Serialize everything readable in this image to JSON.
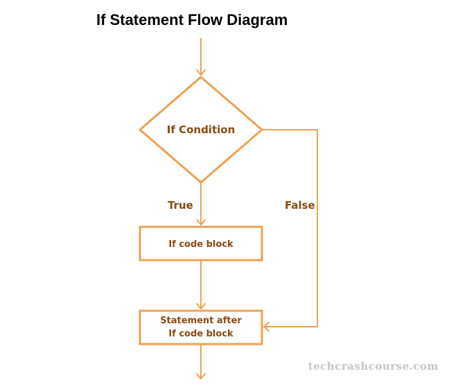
{
  "diagram": {
    "title": "If Statement Flow Diagram",
    "nodes": {
      "condition": {
        "label": "If Condition"
      },
      "if_block": {
        "label": "If code block"
      },
      "after_block": {
        "line1": "Statement after",
        "line2": "If code block"
      }
    },
    "edges": {
      "true_label": "True",
      "false_label": "False"
    },
    "watermark": "techcrashcourse.com",
    "colors": {
      "stroke": "#f0a050",
      "label": "#8a4a12",
      "title": "#000000",
      "watermark": "#c6c6c6"
    }
  }
}
